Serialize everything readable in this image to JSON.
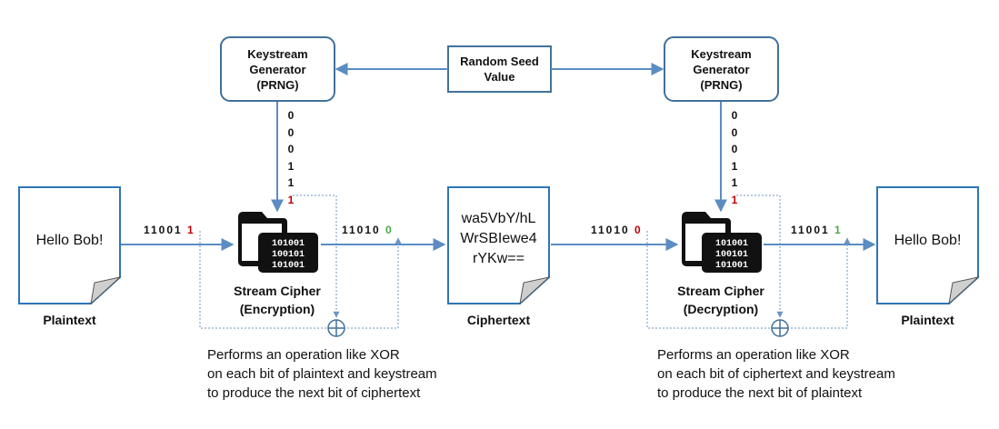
{
  "colors": {
    "line": "#5b8cc2",
    "dotted": "#6b95c5",
    "box_border": "#41719c",
    "doc_border": "#2e75b6",
    "corner_fill": "#cfcfcf",
    "icon": "#111111",
    "last_bit_red": "#c00000",
    "last_bit_green": "#4aa84a"
  },
  "seed": {
    "label": "Random Seed\nValue"
  },
  "left_generator": {
    "label": "Keystream\nGenerator\n(PRNG)"
  },
  "right_generator": {
    "label": "Keystream\nGenerator\n(PRNG)"
  },
  "left_keystream_bits": {
    "b1": "0",
    "b2": "0",
    "b3": "0",
    "b4": "1",
    "b5": "1",
    "b6": "1"
  },
  "right_keystream_bits": {
    "b1": "0",
    "b2": "0",
    "b3": "0",
    "b4": "1",
    "b5": "1",
    "b6": "1"
  },
  "plaintext_left": {
    "text": "Hello Bob!",
    "name": "Plaintext"
  },
  "ciphertext": {
    "text": "wa5VbY/hL\nWrSBIewe4\nrYKw==",
    "name": "Ciphertext"
  },
  "plaintext_right": {
    "text": "Hello Bob!",
    "name": "Plaintext"
  },
  "encryption": {
    "label": "Stream Cipher\n(Encryption)"
  },
  "decryption": {
    "label": "Stream Cipher\n(Decryption)"
  },
  "stream_bits": {
    "plain_in": {
      "prefix": "11001 ",
      "last": "1"
    },
    "cipher_out": {
      "prefix": "11010 ",
      "last": "0"
    },
    "cipher_in": {
      "prefix": "11010 ",
      "last": "0"
    },
    "plain_out": {
      "prefix": "11001 ",
      "last": "1"
    }
  },
  "captions": {
    "left": "Performs an operation like XOR\non each bit of plaintext and keystream\nto produce the next bit of ciphertext",
    "right": "Performs an operation like XOR\non each bit of ciphertext and keystream\nto produce the next bit of plaintext"
  },
  "icons": {
    "cipher": "folder-binary-icon",
    "xor": "xor-icon"
  }
}
